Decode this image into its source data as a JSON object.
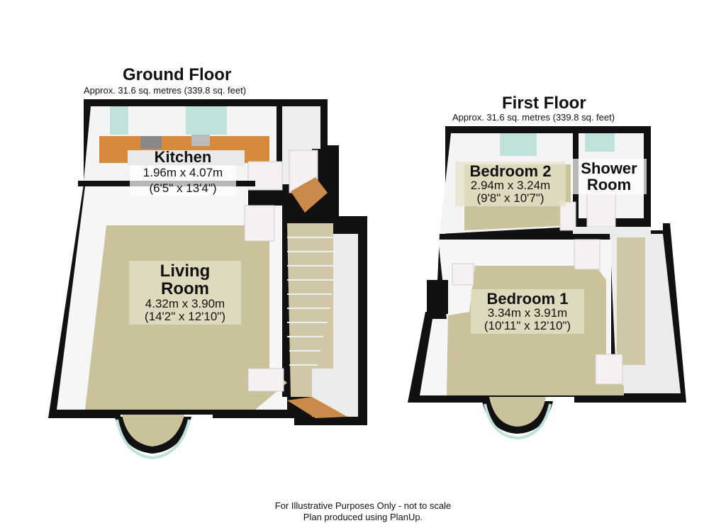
{
  "ground_floor": {
    "title": "Ground Floor",
    "area": "Approx. 31.6 sq. metres (339.8 sq. feet)",
    "rooms": {
      "kitchen": {
        "name": "Kitchen",
        "metric": "1.96m x 4.07m",
        "imperial": "(6'5\" x 13'4\")"
      },
      "living_room": {
        "name_line1": "Living",
        "name_line2": "Room",
        "metric": "4.32m x 3.90m",
        "imperial": "(14'2\" x 12'10\")"
      }
    }
  },
  "first_floor": {
    "title": "First Floor",
    "area": "Approx. 31.6 sq. metres (339.8 sq. feet)",
    "rooms": {
      "bedroom_2": {
        "name": "Bedroom 2",
        "metric": "2.94m x 3.24m",
        "imperial": "(9'8\" x 10'7\")"
      },
      "shower_room": {
        "name_line1": "Shower",
        "name_line2": "Room"
      },
      "bedroom_1": {
        "name": "Bedroom 1",
        "metric": "3.34m x 3.91m",
        "imperial": "(10'11\" x 12'10\")"
      }
    }
  },
  "footer": {
    "line1": "For Illustrative Purposes Only - not to scale",
    "line2": "Plan produced using PlanUp."
  },
  "colors": {
    "wall": "#111111",
    "wall_inner": "#f4f4f4",
    "carpet": "#c9c29a",
    "worktop": "#d68a3c",
    "stairs": "#cfc7a6",
    "door": "#c98a4a",
    "window": "#bfe3dc"
  }
}
